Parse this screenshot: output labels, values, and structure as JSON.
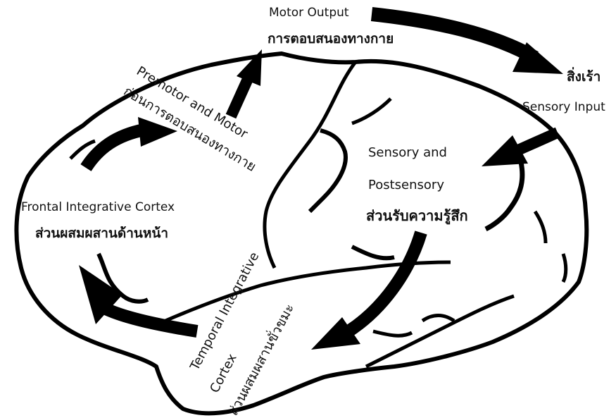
{
  "labels": {
    "motor_output_en": "Motor Output",
    "motor_output_th": "การตอบสนองทางกาย",
    "premotor_en": "Premotor and Motor",
    "premotor_th": "ก่อนการตอบสนองทางกาย",
    "stimulus_th": "สิ่งเร้า",
    "sensory_input_en": "Sensory Input",
    "sensory_en_1": "Sensory and",
    "sensory_en_2": "Postsensory",
    "sensory_th": "ส่วนรับความรู้สึก",
    "frontal_en": "Frontal Integrative Cortex",
    "frontal_th": "ส่วนผสมผสานด้านหน้า",
    "temporal_en_1": "Temporal Integrative",
    "temporal_en_2": "Cortex",
    "temporal_th": "ส่วนผสมผสานขั่วขมะ"
  },
  "colors": {
    "ink": "#000000",
    "background": "#ffffff",
    "text": "#111111"
  },
  "icons": [
    "arrow-frontal-to-premotor-icon",
    "arrow-premotor-to-motor-output-icon",
    "arrow-motor-output-to-stimulus-icon",
    "arrow-sensory-input-icon",
    "arrow-sensory-to-temporal-icon",
    "arrow-temporal-to-frontal-icon"
  ]
}
